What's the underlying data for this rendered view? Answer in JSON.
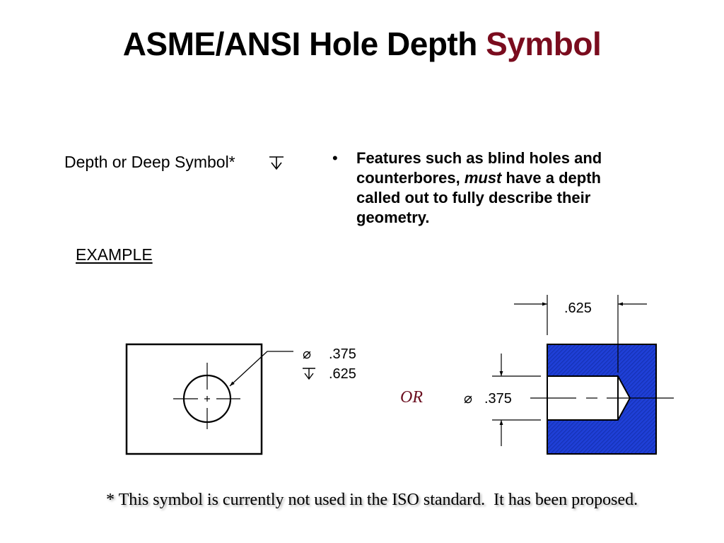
{
  "slide": {
    "title_main": "ASME/ANSI Hole Depth ",
    "title_accent": "Symbol",
    "accent_color": "#7a0c1e",
    "depth_label": "Depth or Deep Symbol*",
    "depth_symbol_icon": "depth-symbol-icon",
    "bullet": {
      "marker": "•",
      "text_part1": "Features such as blind holes and counterbores, ",
      "text_emphasis": "must",
      "text_part2": " have a depth called out to fully describe their geometry."
    },
    "example_label": "EXAMPLE",
    "or_label": "OR",
    "footnote": "* This symbol is currently not used in the ISO standard.  It has been proposed."
  },
  "plan_view_callout": {
    "diameter_symbol": "⌀",
    "diameter_value": ".375",
    "depth_symbol_icon": "depth-symbol-icon",
    "depth_value": ".625"
  },
  "section_view": {
    "depth_dimension": ".625",
    "diameter_symbol": "⌀",
    "diameter_value": ".375",
    "hatch_color": "#1f3fd6",
    "hatch_line_color": "#0f2aa0"
  }
}
